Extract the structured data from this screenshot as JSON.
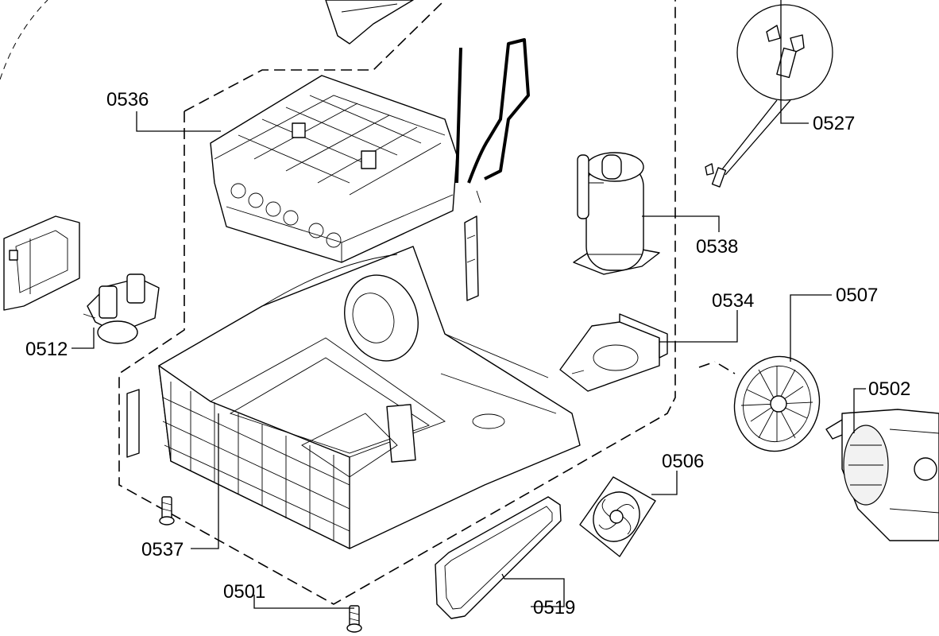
{
  "callouts": [
    {
      "id": "c0536",
      "text": "0536"
    },
    {
      "id": "c0527",
      "text": "0527"
    },
    {
      "id": "c0538",
      "text": "0538"
    },
    {
      "id": "c0534",
      "text": "0534"
    },
    {
      "id": "c0507",
      "text": "0507"
    },
    {
      "id": "c0502",
      "text": "0502"
    },
    {
      "id": "c0512",
      "text": "0512"
    },
    {
      "id": "c0506",
      "text": "0506"
    },
    {
      "id": "c0537",
      "text": "0537"
    },
    {
      "id": "c0501",
      "text": "0501"
    },
    {
      "id": "c0519",
      "text": "0519"
    }
  ],
  "parts": [
    {
      "number": "0536",
      "icon": "heat-exchanger-icon"
    },
    {
      "number": "0527",
      "icon": "temperature-sensor-icon"
    },
    {
      "number": "0538",
      "icon": "compressor-icon"
    },
    {
      "number": "0534",
      "icon": "mounting-bracket-icon"
    },
    {
      "number": "0507",
      "icon": "fan-wheel-icon"
    },
    {
      "number": "0502",
      "icon": "motor-icon"
    },
    {
      "number": "0512",
      "icon": "pump-icon"
    },
    {
      "number": "0506",
      "icon": "cooling-fan-icon"
    },
    {
      "number": "0537",
      "icon": "screw-icon"
    },
    {
      "number": "0501",
      "icon": "screw-icon"
    },
    {
      "number": "0519",
      "icon": "seal-gasket-icon"
    }
  ]
}
